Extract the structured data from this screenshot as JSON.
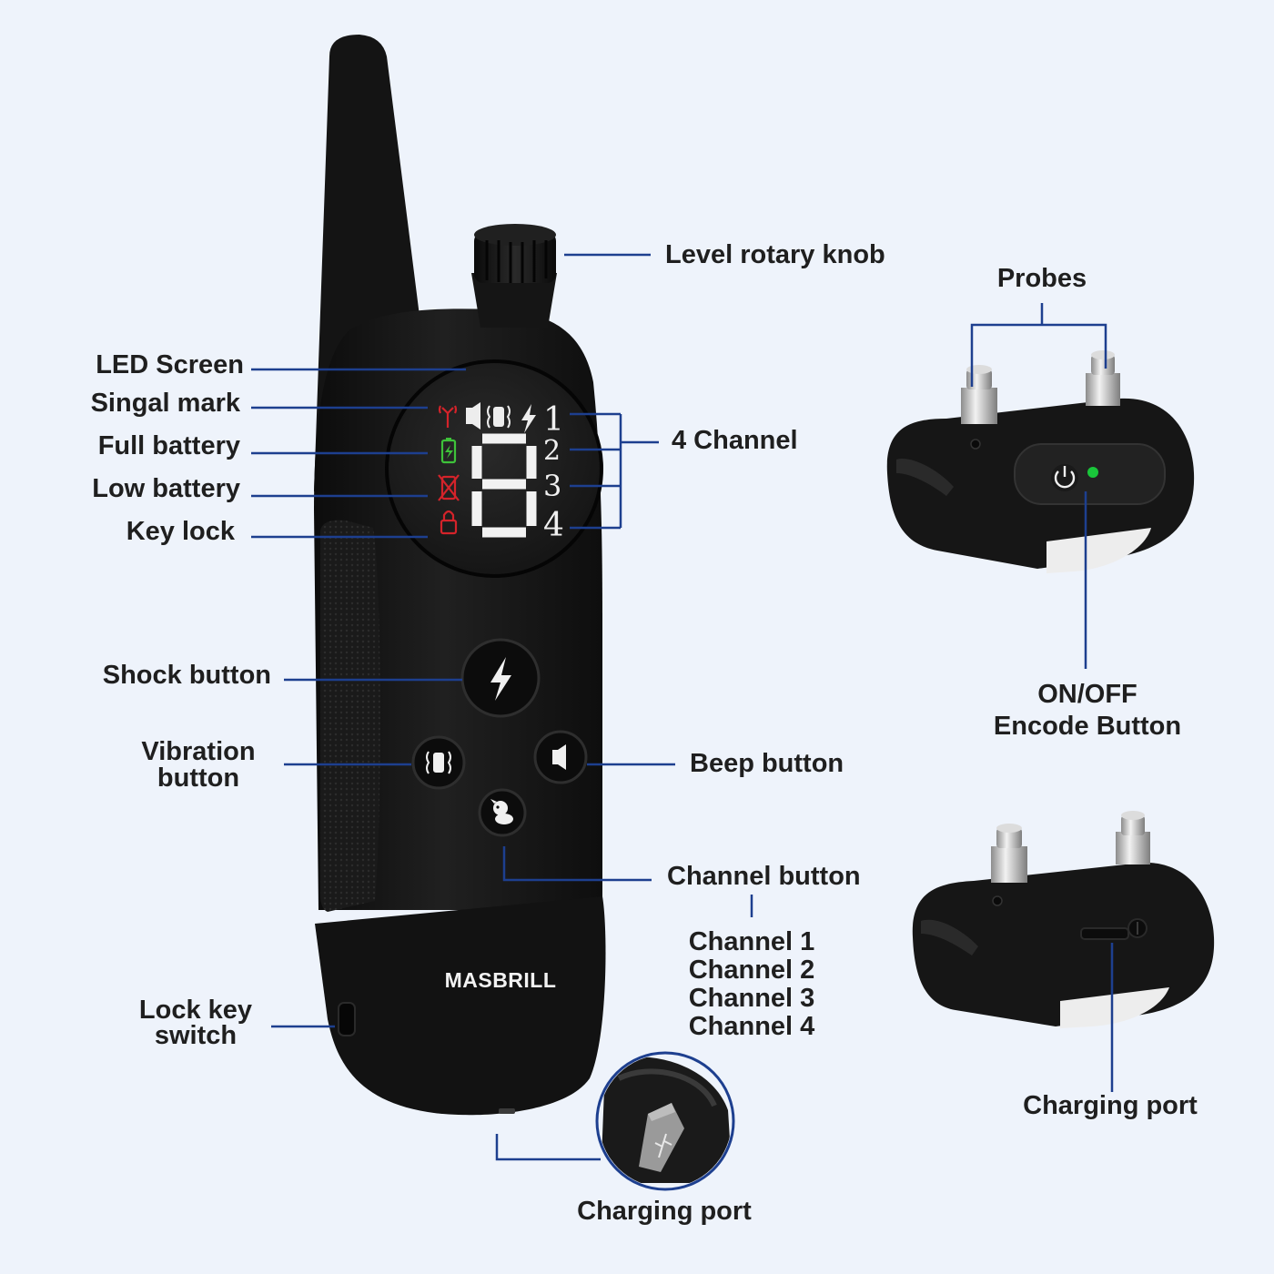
{
  "colors": {
    "background": "#eef3fb",
    "leader_lines": "#1d3f8f",
    "device_body": "#141414",
    "screen": "#1e1e1e",
    "signal_icon": "#d4232a",
    "full_battery_icon": "#3ec23a",
    "low_battery_icon": "#d4232a",
    "key_lock_icon": "#d4232a",
    "power_led": "#19c63a"
  },
  "brand": "MASBRILL",
  "display": {
    "digit": "8",
    "channels": [
      "1",
      "2",
      "3",
      "4"
    ]
  },
  "icons": {
    "shock_button": "lightning-icon",
    "vibration_button": "vibration-icon",
    "beep_button": "speaker-icon",
    "channel_button": "dog-icon",
    "encode_button": "power-icon",
    "charging_port": "usb-icon"
  },
  "labels": {
    "level_knob": "Level rotary knob",
    "led_screen": "LED Screen",
    "signal_mark": "Singal mark",
    "full_battery": "Full battery",
    "low_battery": "Low battery",
    "key_lock": "Key lock",
    "four_channel": "4 Channel",
    "probes": "Probes",
    "on_off_line1": "ON/OFF",
    "on_off_line2": "Encode Button",
    "shock_button": "Shock button",
    "vibration_line1": "Vibration",
    "vibration_line2": "button",
    "beep_button": "Beep button",
    "channel_button": "Channel button",
    "channel_list": [
      "Channel 1",
      "Channel 2",
      "Channel 3",
      "Channel 4"
    ],
    "lock_key_line1": "Lock key",
    "lock_key_line2": "switch",
    "charging_port_receiver": "Charging port",
    "charging_port_remote": "Charging port"
  }
}
